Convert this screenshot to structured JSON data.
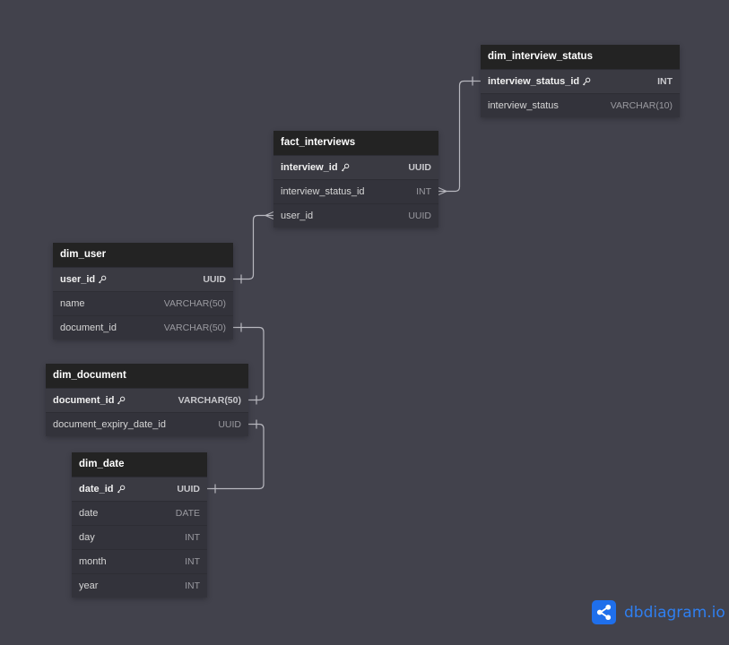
{
  "tables": {
    "dim_interview_status": {
      "name": "dim_interview_status",
      "fields": [
        {
          "name": "interview_status_id",
          "type": "INT",
          "pk": true
        },
        {
          "name": "interview_status",
          "type": "VARCHAR(10)",
          "pk": false
        }
      ]
    },
    "fact_interviews": {
      "name": "fact_interviews",
      "fields": [
        {
          "name": "interview_id",
          "type": "UUID",
          "pk": true
        },
        {
          "name": "interview_status_id",
          "type": "INT",
          "pk": false
        },
        {
          "name": "user_id",
          "type": "UUID",
          "pk": false
        }
      ]
    },
    "dim_user": {
      "name": "dim_user",
      "fields": [
        {
          "name": "user_id",
          "type": "UUID",
          "pk": true
        },
        {
          "name": "name",
          "type": "VARCHAR(50)",
          "pk": false
        },
        {
          "name": "document_id",
          "type": "VARCHAR(50)",
          "pk": false
        }
      ]
    },
    "dim_document": {
      "name": "dim_document",
      "fields": [
        {
          "name": "document_id",
          "type": "VARCHAR(50)",
          "pk": true
        },
        {
          "name": "document_expiry_date_id",
          "type": "UUID",
          "pk": false
        }
      ]
    },
    "dim_date": {
      "name": "dim_date",
      "fields": [
        {
          "name": "date_id",
          "type": "UUID",
          "pk": true
        },
        {
          "name": "date",
          "type": "DATE",
          "pk": false
        },
        {
          "name": "day",
          "type": "INT",
          "pk": false
        },
        {
          "name": "month",
          "type": "INT",
          "pk": false
        },
        {
          "name": "year",
          "type": "INT",
          "pk": false
        }
      ]
    }
  },
  "relationships": [
    {
      "from": "fact_interviews.interview_status_id",
      "to": "dim_interview_status.interview_status_id",
      "cardinality": "many-to-one"
    },
    {
      "from": "fact_interviews.user_id",
      "to": "dim_user.user_id",
      "cardinality": "many-to-one"
    },
    {
      "from": "dim_user.document_id",
      "to": "dim_document.document_id",
      "cardinality": "one-to-one"
    },
    {
      "from": "dim_document.document_expiry_date_id",
      "to": "dim_date.date_id",
      "cardinality": "one-to-one"
    }
  ],
  "colors": {
    "background": "#42424c",
    "header": "#232323",
    "row": "#33333b",
    "connector": "#b8b8bf",
    "brand": "#2f7ff0"
  },
  "brand": {
    "text": "dbdiagram.io",
    "icon": "share-nodes-icon"
  }
}
